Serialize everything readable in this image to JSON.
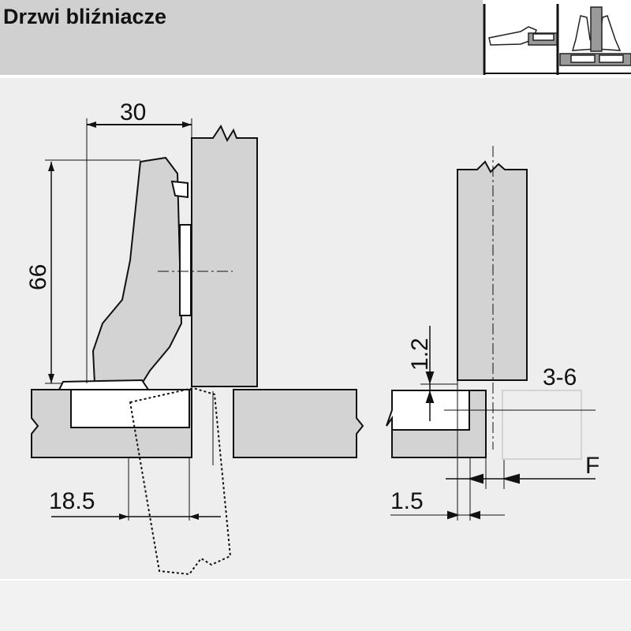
{
  "header": {
    "title": "Drzwi bliźniacze"
  },
  "icons": [
    {
      "name": "hinge-side-view-icon"
    },
    {
      "name": "twin-doors-top-view-icon"
    }
  ],
  "dimensions": {
    "width_top": "30",
    "height": "66",
    "offset": "18.5",
    "gap_vertical": "1.2",
    "overlay": "3-6",
    "force_label": "F",
    "gap_horizontal": "1.5"
  },
  "colors": {
    "background": "#eeeeee",
    "header": "#d0d0d0",
    "panel": "#d3d3d3",
    "line": "#111111"
  }
}
